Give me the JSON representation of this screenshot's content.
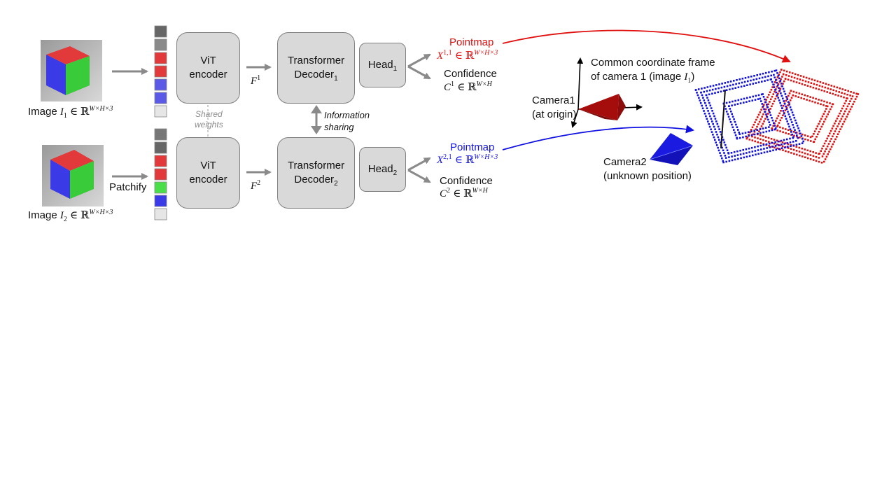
{
  "images": {
    "image1": {
      "label": "Image",
      "var": "I",
      "sub": "1",
      "space": "∈ ℝ",
      "sup": "W×H×3"
    },
    "image2": {
      "label": "Image",
      "var": "I",
      "sub": "2",
      "space": "∈ ℝ",
      "sup": "W×H×3"
    }
  },
  "patchify_label": "Patchify",
  "shared_weights": {
    "line1": "Shared",
    "line2": "weights"
  },
  "encoder": {
    "line1": "ViT",
    "line2": "encoder"
  },
  "features": {
    "f1": {
      "var": "F",
      "sup": "1"
    },
    "f2": {
      "var": "F",
      "sup": "2"
    }
  },
  "decoder": {
    "line1": "Transformer",
    "line2": "Decoder",
    "sub1": "1",
    "sub2": "2"
  },
  "info_sharing": {
    "line1": "Information",
    "line2": "sharing"
  },
  "head": {
    "label": "Head",
    "sub1": "1",
    "sub2": "2"
  },
  "outputs": {
    "pointmap1": {
      "title": "Pointmap",
      "var": "X",
      "sup": "1,1",
      "space": "∈ ℝ",
      "space_sup": "W×H×3"
    },
    "confidence1": {
      "title": "Confidence",
      "var": "C",
      "sup": "1",
      "space": "∈ ℝ",
      "space_sup": "W×H"
    },
    "pointmap2": {
      "title": "Pointmap",
      "var": "X",
      "sup": "2,1",
      "space": "∈ ℝ",
      "space_sup": "W×H×3"
    },
    "confidence2": {
      "title": "Confidence",
      "var": "C",
      "sup": "2",
      "space": "∈ ℝ",
      "space_sup": "W×H"
    }
  },
  "scene": {
    "frame_line1": "Common coordinate frame",
    "frame_line2": "of camera 1 (image",
    "frame_var": "I",
    "frame_sub": "1",
    "frame_close": ")",
    "camera1_line1": "Camera1",
    "camera1_line2": "(at origin)",
    "camera2_line1": "Camera2",
    "camera2_line2": "(unknown position)"
  },
  "colors": {
    "pointmap1": "#e01010",
    "pointmap2": "#1010e0",
    "camera1": "#a50d0d",
    "camera2": "#1a1ae0",
    "box_fill": "#d9d9d9",
    "arrow_gray": "#8a8a8a",
    "cube_red": "#e23a3a",
    "cube_blue": "#3a3ae6",
    "cube_green": "#3acb3a"
  }
}
